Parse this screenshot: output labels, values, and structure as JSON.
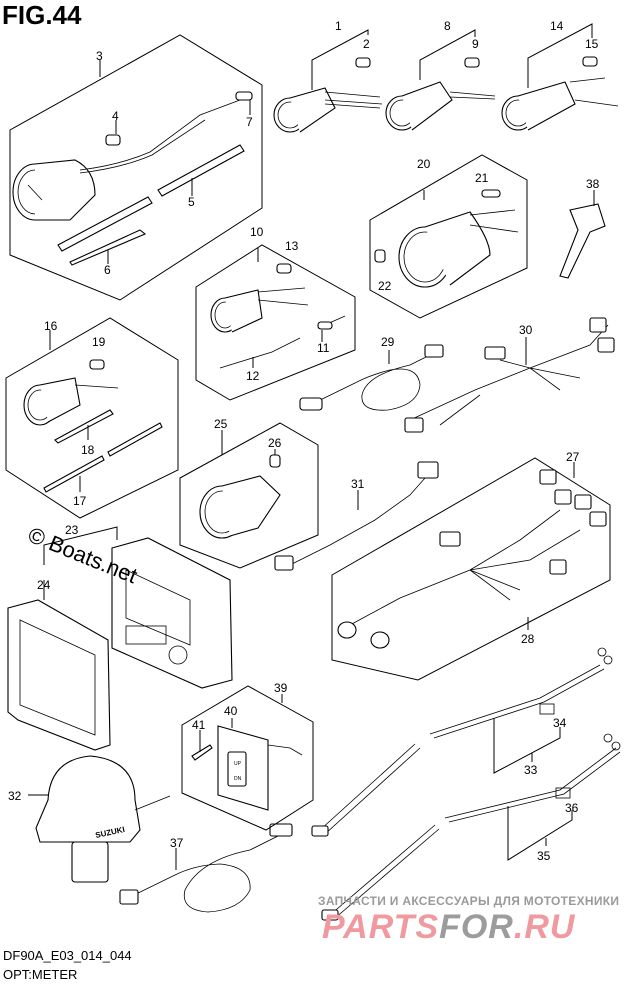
{
  "figure": {
    "title": "FIG.44",
    "code": "DF90A_E03_014_044",
    "name": "OPT:METER"
  },
  "callouts": [
    {
      "id": "c1",
      "label": "1"
    },
    {
      "id": "c2",
      "label": "2"
    },
    {
      "id": "c3",
      "label": "3"
    },
    {
      "id": "c4",
      "label": "4"
    },
    {
      "id": "c5",
      "label": "5"
    },
    {
      "id": "c6",
      "label": "6"
    },
    {
      "id": "c7",
      "label": "7"
    },
    {
      "id": "c8",
      "label": "8"
    },
    {
      "id": "c9",
      "label": "9"
    },
    {
      "id": "c10",
      "label": "10"
    },
    {
      "id": "c11",
      "label": "11"
    },
    {
      "id": "c12",
      "label": "12"
    },
    {
      "id": "c13",
      "label": "13"
    },
    {
      "id": "c14",
      "label": "14"
    },
    {
      "id": "c15",
      "label": "15"
    },
    {
      "id": "c16",
      "label": "16"
    },
    {
      "id": "c17",
      "label": "17"
    },
    {
      "id": "c18",
      "label": "18"
    },
    {
      "id": "c19",
      "label": "19"
    },
    {
      "id": "c20",
      "label": "20"
    },
    {
      "id": "c21",
      "label": "21"
    },
    {
      "id": "c22",
      "label": "22"
    },
    {
      "id": "c23",
      "label": "23"
    },
    {
      "id": "c24",
      "label": "24"
    },
    {
      "id": "c25",
      "label": "25"
    },
    {
      "id": "c26",
      "label": "26"
    },
    {
      "id": "c27",
      "label": "27"
    },
    {
      "id": "c28",
      "label": "28"
    },
    {
      "id": "c29",
      "label": "29"
    },
    {
      "id": "c30",
      "label": "30"
    },
    {
      "id": "c31",
      "label": "31"
    },
    {
      "id": "c32",
      "label": "32"
    },
    {
      "id": "c33",
      "label": "33"
    },
    {
      "id": "c34",
      "label": "34"
    },
    {
      "id": "c35",
      "label": "35"
    },
    {
      "id": "c36",
      "label": "36"
    },
    {
      "id": "c37",
      "label": "37"
    },
    {
      "id": "c38",
      "label": "38"
    },
    {
      "id": "c39",
      "label": "39"
    },
    {
      "id": "c40",
      "label": "40"
    },
    {
      "id": "c41",
      "label": "41"
    }
  ],
  "switch_labels": {
    "up": "UP",
    "down": "DN"
  },
  "sensor_brand": "SUZUKI",
  "watermarks": {
    "boats": "© Boats.net",
    "ru_line": "ЗАПЧАСТИ И АКСЕССУАРЫ ДЛЯ МОТОТЕХНИКИ",
    "ru_logo_a": "PARTS",
    "ru_logo_b": "FOR",
    "ru_logo_c": ".RU"
  },
  "colors": {
    "ink": "#000000",
    "logo_pink": "#f09aa0",
    "logo_gray": "#9c9c9c"
  }
}
